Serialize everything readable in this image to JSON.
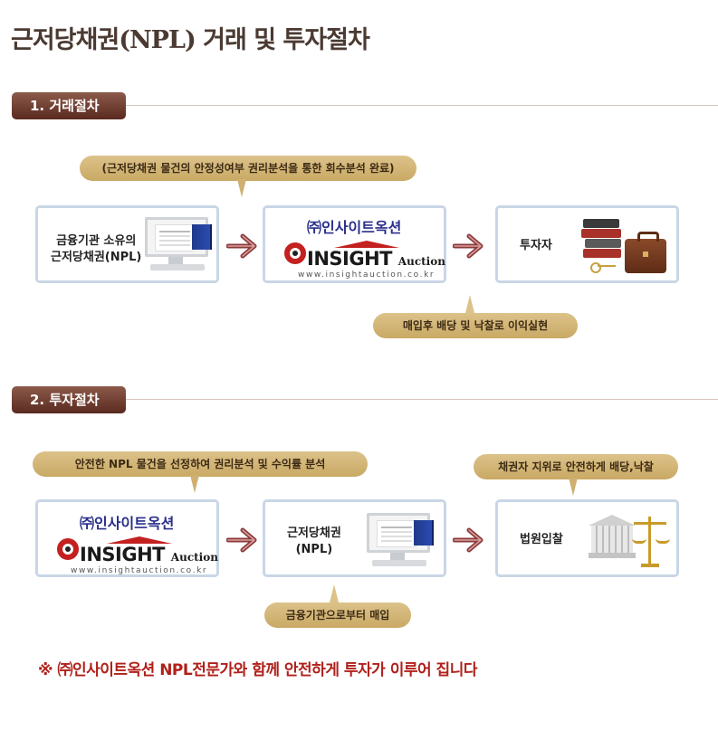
{
  "page": {
    "title": "근저당채권(NPL) 거래 및 투자절차"
  },
  "section1": {
    "tab_label": "1. 거래절차",
    "step1_label_line1": "금융기관 소유의",
    "step1_label_line2": "근저당채권(NPL)",
    "step2_logo": {
      "kor": "㈜인사이트옥션",
      "en_main": "INSIGHT",
      "en_sub": "Auction",
      "url": "www.insightauction.co.kr"
    },
    "step3_label": "투자자",
    "bubble_top": "(근저당채권 물건의 안정성여부 권리분석을 통한 회수분석 완료)",
    "bubble_bottom": "매입후 배당 및 낙찰로 이익실현",
    "icons": {
      "monitor": "computer-monitor-icon",
      "investor": "books-key-briefcase-icon",
      "arrow": "double-chevron-arrow-icon"
    }
  },
  "section2": {
    "tab_label": "2. 투자절차",
    "step1_logo": {
      "kor": "㈜인사이트옥션",
      "en_main": "INSIGHT",
      "en_sub": "Auction",
      "url": "www.insightauction.co.kr"
    },
    "step2_label_line1": "근저당채권",
    "step2_label_line2": "(NPL)",
    "step3_label": "법원입찰",
    "bubble_left": "안전한 NPL 물건을 선정하여 권리분석 및 수익률 분석",
    "bubble_right": "채권자 지위로 안전하게 배당,낙찰",
    "bubble_bottom": "금융기관으로부터 매입",
    "icons": {
      "monitor": "computer-monitor-icon",
      "court": "courthouse-scales-icon",
      "arrow": "double-chevron-arrow-icon"
    }
  },
  "footer": {
    "note": "※ ㈜인사이트옥션 NPL전문가와 함께 안전하게 투자가 이루어  집니다"
  },
  "colors": {
    "title": "#4a3a32",
    "tab": "#6b3a2e",
    "bubble": "#cfb070",
    "box_border": "#c9d6e6",
    "arrow": "#8b3a3a",
    "footer": "#b0201a",
    "logo_blue": "#2a2f8a",
    "logo_red": "#c42020"
  }
}
